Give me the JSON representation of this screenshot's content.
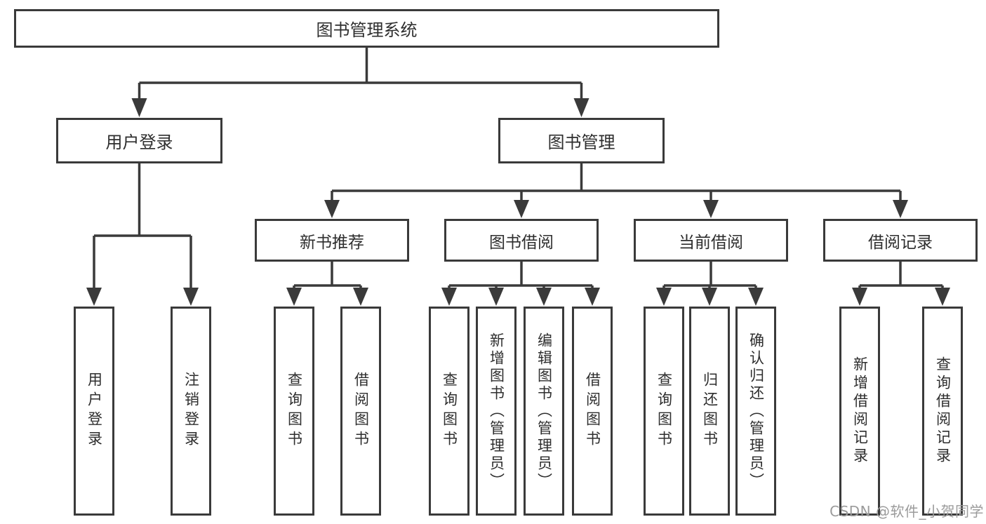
{
  "diagram": {
    "root": {
      "label": "图书管理系统"
    },
    "branches": [
      {
        "label": "用户登录",
        "children": [
          {
            "label": "用户登录"
          },
          {
            "label": "注销登录"
          }
        ]
      },
      {
        "label": "图书管理",
        "modules": [
          {
            "label": "新书推荐",
            "children": [
              {
                "label": "查询图书"
              },
              {
                "label": "借阅图书"
              }
            ]
          },
          {
            "label": "图书借阅",
            "children": [
              {
                "label": "查询图书"
              },
              {
                "label": "新增图书（管理员）"
              },
              {
                "label": "编辑图书（管理员）"
              },
              {
                "label": "借阅图书"
              }
            ]
          },
          {
            "label": "当前借阅",
            "children": [
              {
                "label": "查询图书"
              },
              {
                "label": "归还图书"
              },
              {
                "label": "确认归还（管理员）"
              }
            ]
          },
          {
            "label": "借阅记录",
            "children": [
              {
                "label": "新增借阅记录"
              },
              {
                "label": "查询借阅记录"
              }
            ]
          }
        ]
      }
    ]
  },
  "watermark": {
    "text": "CSDN @软件_小贺同学"
  },
  "colors": {
    "line": "#3a3a3a",
    "text": "#2e2e2e",
    "watermark_text": "#9b9b9b",
    "background": "#ffffff"
  }
}
